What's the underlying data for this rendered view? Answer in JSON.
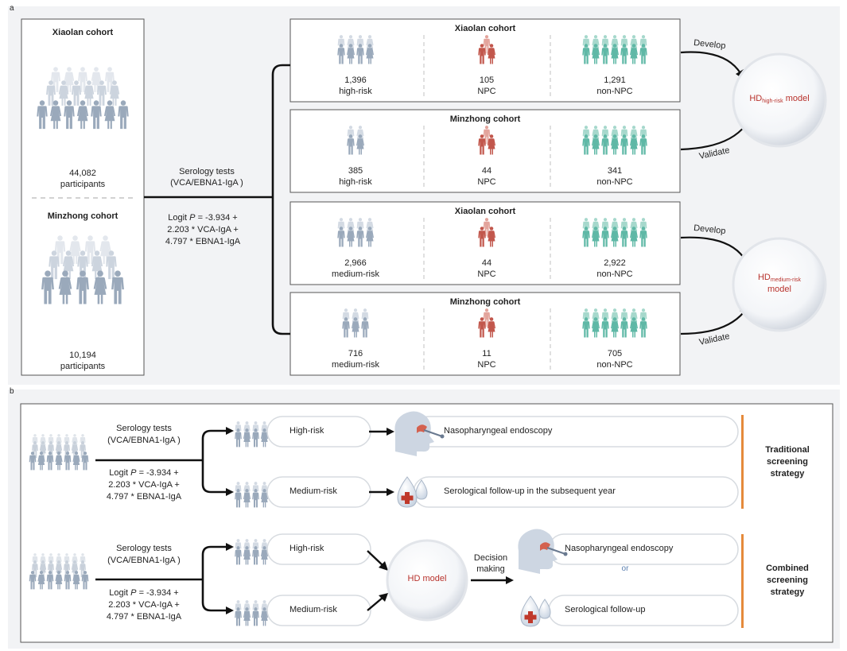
{
  "panel_a": {
    "label": "a",
    "left_box": {
      "top_title": "Xiaolan cohort",
      "top_count": "44,082",
      "top_unit": "participants",
      "bottom_title": "Minzhong cohort",
      "bottom_count": "10,194",
      "bottom_unit": "participants"
    },
    "serology": {
      "line1": "Serology tests",
      "line2": "(VCA/EBNA1-IgA )",
      "logit_pre": "Logit ",
      "logit_p": "P",
      "logit_post": " = -3.934 +",
      "line4": "2.203 * VCA-IgA +",
      "line5": "4.797 * EBNA1-IgA"
    },
    "cohort_boxes": [
      {
        "title": "Xiaolan cohort",
        "groups": [
          {
            "value": "1,396",
            "label": "high-risk"
          },
          {
            "value": "105",
            "label": "NPC"
          },
          {
            "value": "1,291",
            "label": "non-NPC"
          }
        ]
      },
      {
        "title": "Minzhong cohort",
        "groups": [
          {
            "value": "385",
            "label": "high-risk"
          },
          {
            "value": "44",
            "label": "NPC"
          },
          {
            "value": "341",
            "label": "non-NPC"
          }
        ]
      },
      {
        "title": "Xiaolan cohort",
        "groups": [
          {
            "value": "2,966",
            "label": "medium-risk"
          },
          {
            "value": "44",
            "label": "NPC"
          },
          {
            "value": "2,922",
            "label": "non-NPC"
          }
        ]
      },
      {
        "title": "Minzhong cohort",
        "groups": [
          {
            "value": "716",
            "label": "medium-risk"
          },
          {
            "value": "11",
            "label": "NPC"
          },
          {
            "value": "705",
            "label": "non-NPC"
          }
        ]
      }
    ],
    "arrows": {
      "develop": "Develop",
      "validate": "Validate"
    },
    "models": [
      {
        "prefix": "HD",
        "sub": "high-risk",
        "suffix": " model"
      },
      {
        "prefix": "HD",
        "sub": "medium-risk",
        "suffix": "model"
      }
    ]
  },
  "panel_b": {
    "label": "b",
    "serology": {
      "line1": "Serology tests",
      "line2": "(VCA/EBNA1-IgA )",
      "logit_pre": "Logit ",
      "logit_p": "P",
      "logit_post": " = -3.934 +",
      "line4": "2.203 * VCA-IgA +",
      "line5": "4.797 * EBNA1-IgA"
    },
    "traditional": {
      "high_label": "High-risk",
      "medium_label": "Medium-risk",
      "endoscopy": "Nasopharyngeal endoscopy",
      "followup": "Serological follow-up in the subsequent year",
      "strategy_line1": "Traditional",
      "strategy_line2": "screening",
      "strategy_line3": "strategy"
    },
    "combined": {
      "high_label": "High-risk",
      "medium_label": "Medium-risk",
      "model": "HD model",
      "decision_line1": "Decision",
      "decision_line2": "making",
      "endoscopy": "Nasopharyngeal endoscopy",
      "or": "or",
      "followup": "Serological follow-up",
      "strategy_line1": "Combined",
      "strategy_line2": "screening",
      "strategy_line3": "strategy"
    }
  },
  "colors": {
    "grey_person": "#9aa9bb",
    "grey_person_light": "#c4cdd8",
    "red_person": "#c2574c",
    "red_person_light": "#e3a49c",
    "teal_person": "#5fb8a6",
    "teal_person_light": "#a6d8cc",
    "model_text": "#b8322c",
    "orange_bar": "#e58a3b",
    "panel_bg": "#f2f3f5"
  }
}
